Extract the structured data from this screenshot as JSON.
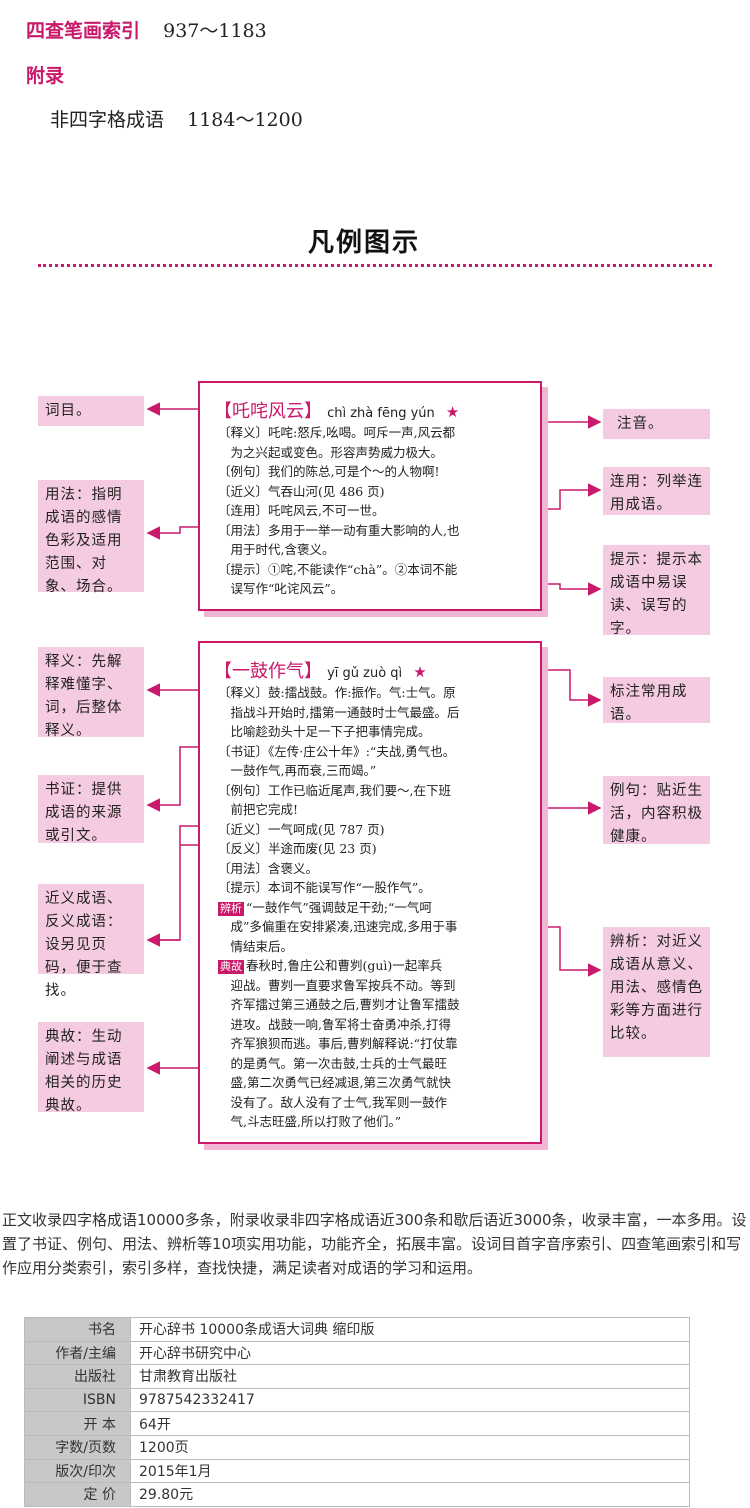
{
  "index_lines": {
    "stroke_index": {
      "label": "四查笔画索引",
      "range": "937～1183"
    },
    "appendix": {
      "label": "附录"
    },
    "non_four": {
      "label": "非四字格成语",
      "range": "1184～1200"
    }
  },
  "section_title": "凡例图示",
  "left_notes": [
    "词目。",
    "用法：指明成语的感情色彩及适用范围、对象、场合。",
    "释义：先解释难懂字、词，后整体释义。",
    "书证：提供成语的来源或引文。",
    "近义成语、反义成语：设另见页码，便于查找。",
    "典故：生动阐述与成语相关的历史典故。"
  ],
  "right_notes": [
    "注音。",
    "连用：列举连用成语。",
    "提示：提示本成语中易误读、误写的字。",
    "标注常用成语。",
    "例句：贴近生活，内容积极健康。",
    "辨析：对近义成语从意义、用法、感情色彩等方面进行比较。"
  ],
  "entry1": {
    "headword": "【吒咤风云】",
    "pinyin": "chì zhà fēng yún",
    "star": "★",
    "lines": [
      "〔释义〕吒咤:怒斥,吆喝。呵斥一声,风云都",
      "　为之兴起或变色。形容声势威力极大。",
      "〔例句〕我们的陈总,可是个～的人物啊!",
      "〔近义〕气吞山河(见 486 页)",
      "〔连用〕吒咤风云,不可一世。",
      "〔用法〕多用于一举一动有重大影响的人,也",
      "　用于时代,含褒义。",
      "〔提示〕①咤,不能读作“chà”。②本词不能",
      "　误写作“叱诧风云”。"
    ]
  },
  "entry2": {
    "headword": "【一鼓作气】",
    "pinyin": "yī gǔ zuò qì",
    "star": "★",
    "lines": [
      "〔释义〕鼓:擂战鼓。作:振作。气:士气。原",
      "　指战斗开始时,擂第一通鼓时士气最盛。后",
      "　比喻趁劲头十足一下子把事情完成。",
      "〔书证〕《左传·庄公十年》:“夫战,勇气也。",
      "　一鼓作气,再而衰,三而竭。”",
      "〔例句〕工作已临近尾声,我们要～,在下班",
      "　前把它完成!",
      "〔近义〕一气呵成(见 787 页)",
      "〔反义〕半途而废(见 23 页)",
      "〔用法〕含褒义。",
      "〔提示〕本词不能误写作“一股作气”。"
    ],
    "bianxi_tag": "辨析",
    "bianxi_lines": [
      "“一鼓作气”强调鼓足干劲;“一气呵",
      "　成”多偏重在安排紧凑,迅速完成,多用于事",
      "　情结束后。"
    ],
    "diangu_tag": "典故",
    "diangu_lines": [
      "春秋时,鲁庄公和曹刿(guì)一起率兵",
      "　迎战。曹刿一直要求鲁军按兵不动。等到",
      "　齐军擂过第三通鼓之后,曹刿才让鲁军擂鼓",
      "　进攻。战鼓一响,鲁军将士奋勇冲杀,打得",
      "　齐军狼狈而逃。事后,曹刿解释说:“打仗靠",
      "　的是勇气。第一次击鼓,士兵的士气最旺",
      "　盛,第二次勇气已经减退,第三次勇气就快",
      "　没有了。敌人没有了士气,我军则一鼓作",
      "　气,斗志旺盛,所以打败了他们。”"
    ]
  },
  "lead_text": "正文收录四字格成语10000多条，附录收录非四字格成语近300条和歇后语近3000条，收录丰富，一本多用。设置了书证、例句、用法、辨析等10项实用功能，功能齐全，拓展丰富。设词目首字音序索引、四查笔画索引和写作应用分类索引，索引多样，查找快捷，满足读者对成语的学习和运用。",
  "info_table": [
    {
      "k": "书名",
      "v": "开心辞书 10000条成语大词典 缩印版"
    },
    {
      "k": "作者/主编",
      "v": "开心辞书研究中心"
    },
    {
      "k": "出版社",
      "v": "甘肃教育出版社"
    },
    {
      "k": "ISBN",
      "v": "9787542332417"
    },
    {
      "k": "开 本",
      "v": "64开"
    },
    {
      "k": "字数/页数",
      "v": "1200页"
    },
    {
      "k": "版次/印次",
      "v": "2015年1月"
    },
    {
      "k": "定 价",
      "v": "29.80元"
    }
  ],
  "colors": {
    "accent": "#c9196b",
    "note_bg": "#f4cbe0",
    "table_key_bg": "#c8c8c8"
  }
}
